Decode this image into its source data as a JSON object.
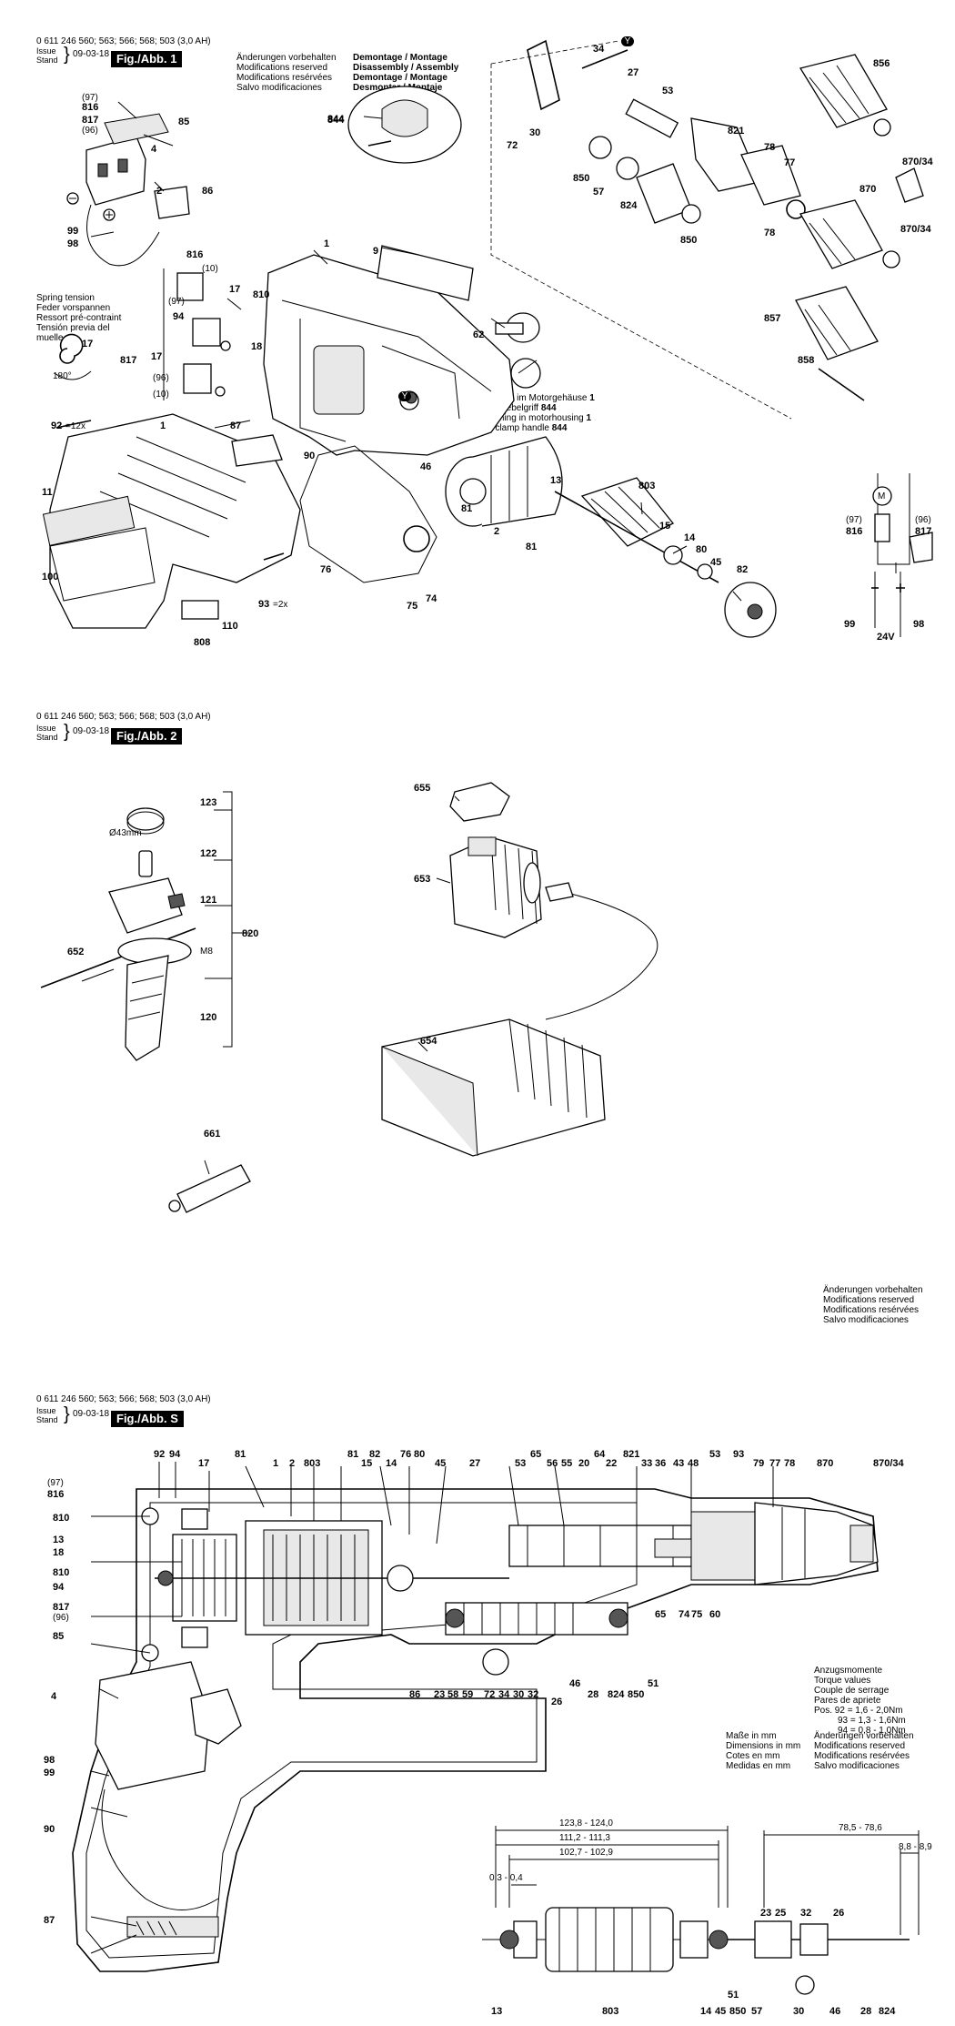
{
  "sheets": [
    {
      "code": "0 611 246 560; 563; 566; 568; 503 (3,0 AH)",
      "issue_label": "Issue",
      "stand_label": "Stand",
      "date": "09-03-18",
      "fig": "Fig./Abb. 1"
    },
    {
      "code": "0 611 246 560; 563; 566; 568; 503 (3,0 AH)",
      "issue_label": "Issue",
      "stand_label": "Stand",
      "date": "09-03-18",
      "fig": "Fig./Abb. 2"
    },
    {
      "code": "0 611 246 560; 563; 566; 568; 503 (3,0 AH)",
      "issue_label": "Issue",
      "stand_label": "Stand",
      "date": "09-03-18",
      "fig": "Fig./Abb. S"
    }
  ],
  "modifications": [
    "Änderungen vorbehalten",
    "Modifications reserved",
    "Modifications resérvées",
    "Salvo modificaciones"
  ],
  "disassembly": [
    "Demontage / Montage",
    "Disassembly / Assembly",
    "Demontage / Montage",
    "Desmontar / Montaje"
  ],
  "spring_tension": [
    "Spring tension",
    "Feder vorspannen",
    "Ressort pré-contraint",
    "Tensión previa del",
    "muelle"
  ],
  "motor_note": [
    "Öffnung im Motorgehäuse",
    "für Knebelgriff",
    "Opening in motorhousing",
    "for clamp handle"
  ],
  "motor_note_nums": [
    "1",
    "844",
    "1",
    "844"
  ],
  "torque": {
    "title": [
      "Anzugsmomente",
      "Torque values",
      "Couple de serrage",
      "Pares de apriete"
    ],
    "rows": [
      "Pos. 92  = 1,6 - 2,0Nm",
      "93  = 1,3 - 1,6Nm",
      "94  = 0,8 - 1,0Nm"
    ]
  },
  "dimensions_note": [
    "Maße in mm",
    "Dimensions in mm",
    "Cotes en mm",
    "Medidas en mm"
  ],
  "voltage": "24V",
  "diameter": "Ø43mm",
  "thread": "M8",
  "dims": [
    "123,8 - 124,0",
    "111,2 - 111,3",
    "102,7 - 102,9",
    "0,3 - 0,4",
    "78,5 - 78,6",
    "8,8 - 8,9"
  ],
  "fig1_labels": [
    "(97)",
    "816",
    "817",
    "(96)",
    "85",
    "4",
    "86",
    "99",
    "98",
    "2",
    "816",
    "(10)",
    "(97)",
    "94",
    "17",
    "810",
    "18",
    "1",
    "9",
    "17",
    "(96)",
    "(10)",
    "817",
    "92",
    "=12x",
    "1",
    "87",
    "11",
    "100",
    "808",
    "90",
    "110",
    "93",
    "=2x",
    "76",
    "75",
    "74",
    "46",
    "81",
    "2",
    "81",
    "13",
    "803",
    "15",
    "14",
    "80",
    "45",
    "82",
    "844",
    "62",
    "34",
    "27",
    "30",
    "72",
    "53",
    "850",
    "57",
    "824",
    "821",
    "78",
    "77",
    "78",
    "850",
    "856",
    "870",
    "870/34",
    "870/34",
    "857",
    "858",
    "(97)",
    "816",
    "(96)",
    "817",
    "99",
    "98",
    "180°",
    "17",
    "844",
    "Y",
    "Y",
    "M"
  ],
  "fig2_labels": [
    "123",
    "122",
    "121",
    "820",
    "652",
    "120",
    "655",
    "653",
    "654",
    "661"
  ],
  "figS_labels_top": [
    "92",
    "94",
    "17",
    "81",
    "1",
    "2",
    "803",
    "81",
    "15",
    "82",
    "14",
    "76",
    "80",
    "45",
    "27",
    "53",
    "65",
    "56",
    "55",
    "20",
    "64",
    "22",
    "821",
    "33",
    "36",
    "43",
    "48",
    "53",
    "93",
    "79",
    "77",
    "78",
    "870",
    "870/34"
  ],
  "figS_labels_left": [
    "(97)",
    "816",
    "810",
    "13",
    "18",
    "810",
    "94",
    "817",
    "(96)",
    "85",
    "4",
    "98",
    "99",
    "90",
    "87"
  ],
  "figS_labels_mid": [
    "65",
    "74",
    "75",
    "60",
    "86",
    "23",
    "58",
    "59",
    "72",
    "34",
    "30",
    "32",
    "26",
    "46",
    "28",
    "824",
    "850",
    "51"
  ],
  "figS_labels_bottom": [
    "23",
    "25",
    "32",
    "26",
    "13",
    "803",
    "14",
    "45",
    "850",
    "51",
    "57",
    "30",
    "46",
    "28",
    "824"
  ]
}
